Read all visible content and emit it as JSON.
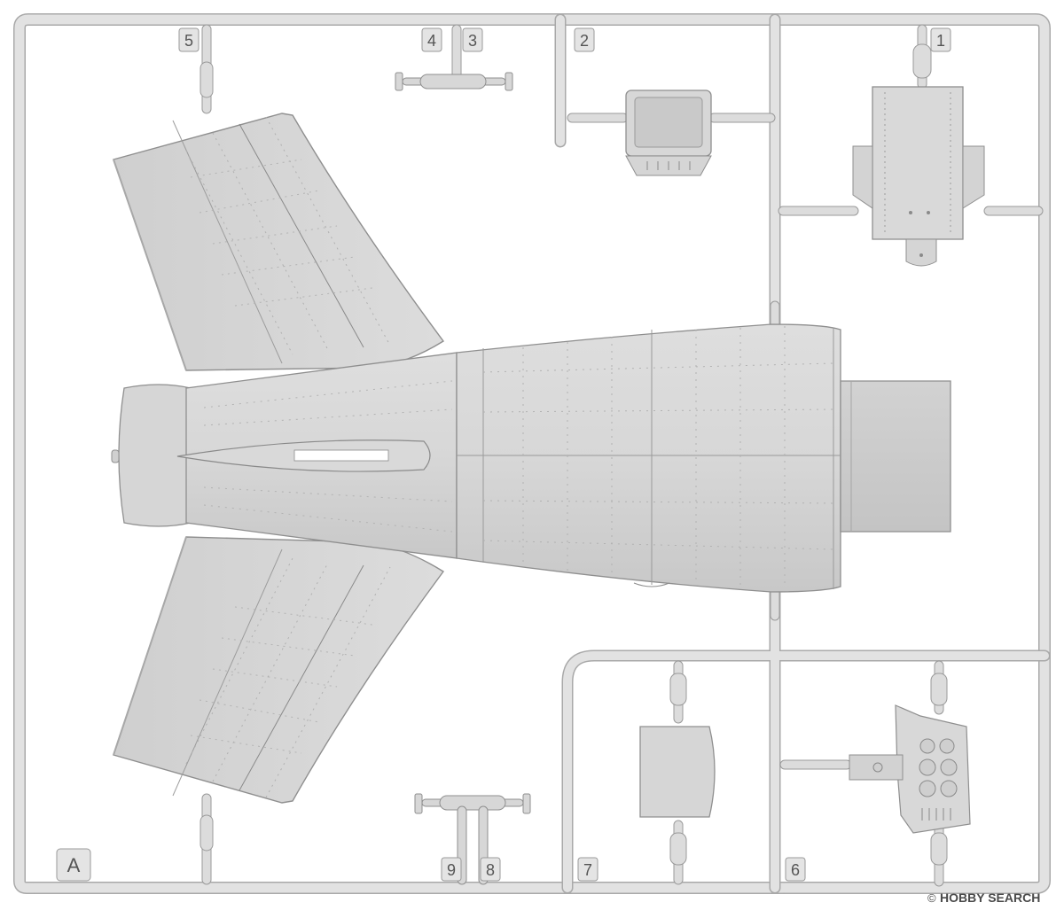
{
  "sprue": {
    "letter": "A",
    "part_numbers": [
      "1",
      "2",
      "3",
      "4",
      "5",
      "6",
      "7",
      "8",
      "9"
    ]
  },
  "watermark": {
    "text": "HOBBY SEARCH",
    "symbol": "©"
  },
  "colors": {
    "plastic": "#d4d4d4",
    "plastic_light": "#e3e3e3",
    "plastic_dark": "#b9b9b9",
    "outline": "#8f8f8f",
    "watermark": "#4a4a4a",
    "watermark_accent": "#c0392b"
  }
}
